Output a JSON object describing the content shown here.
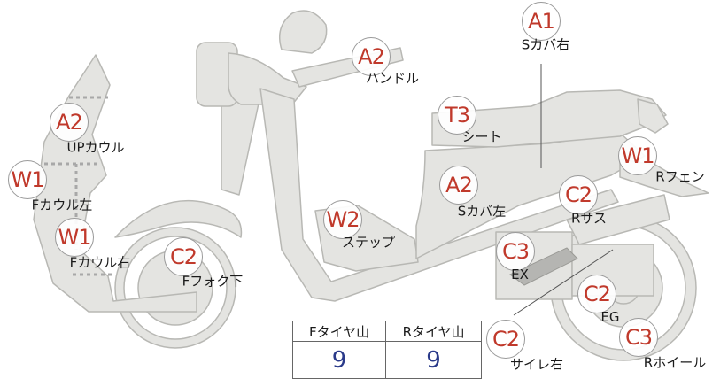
{
  "labels": {
    "s_cover_right": {
      "grade": "A1",
      "part": "Sカバ右"
    },
    "handle": {
      "grade": "A2",
      "part": "ハンドル"
    },
    "up_cowl": {
      "grade": "A2",
      "part": "UPカウル"
    },
    "seat": {
      "grade": "T3",
      "part": "シート"
    },
    "r_fender": {
      "grade": "W1",
      "part": "Rフェン"
    },
    "f_cowl_left": {
      "grade": "W1",
      "part": "Fカウル左"
    },
    "s_cover_left": {
      "grade": "A2",
      "part": "Sカバ左"
    },
    "r_suspension": {
      "grade": "C2",
      "part": "Rサス"
    },
    "step": {
      "grade": "W2",
      "part": "ステップ"
    },
    "f_cowl_right": {
      "grade": "W1",
      "part": "Fカウル右"
    },
    "f_fork_lower": {
      "grade": "C2",
      "part": "Fフォク下"
    },
    "ex": {
      "grade": "C3",
      "part": "EX"
    },
    "eg": {
      "grade": "C2",
      "part": "EG"
    },
    "muffler_right": {
      "grade": "C2",
      "part": "サイレ右"
    },
    "r_wheel": {
      "grade": "C3",
      "part": "Rホイール"
    }
  },
  "tire_table": {
    "front_header": "Fタイヤ山",
    "rear_header": "Rタイヤ山",
    "front_value": "9",
    "rear_value": "9"
  },
  "colors": {
    "body_fill": "#e4e4e1",
    "outline": "#b8b8b4",
    "grade_text": "#c0392b",
    "value_text": "#2a3a8a"
  }
}
